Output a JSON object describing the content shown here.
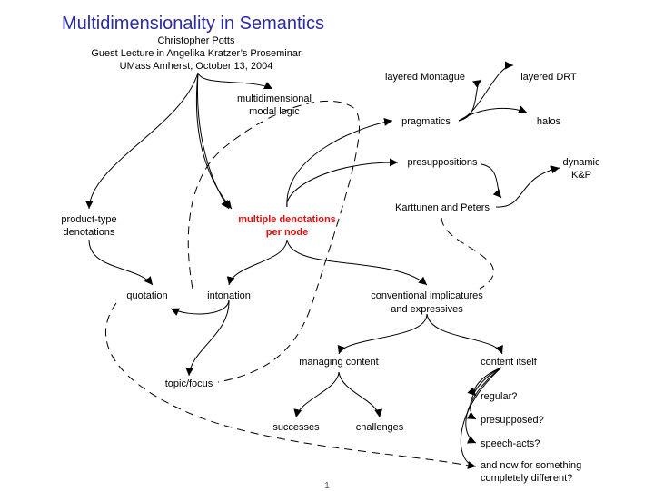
{
  "title": "Multidimensionality in Semantics",
  "author": "Christopher Potts",
  "venue": "Guest Lecture in Angelika Kratzer’s Proseminar",
  "place_date": "UMass Amherst, October 13, 2004",
  "nodes": {
    "layered_montague": "layered Montague",
    "layered_drt": "layered DRT",
    "multidimensional_modal_1": "multidimensional",
    "multidimensional_modal_2": "modal logic",
    "pragmatics": "pragmatics",
    "halos": "halos",
    "presuppositions": "presuppositions",
    "dynamic_kp_1": "dynamic",
    "dynamic_kp_2": "K&P",
    "karttunen_peters": "Karttunen and Peters",
    "product_type_1": "product-type",
    "product_type_2": "denotations",
    "multiple_denotations_1": "multiple denotations",
    "multiple_denotations_2": "per node",
    "quotation": "quotation",
    "intonation": "intonation",
    "ci_1": "conventional implicatures",
    "ci_2": "and expressives",
    "managing_content": "managing content",
    "content_itself": "content itself",
    "topic_focus": "topic/focus",
    "regular": "regular?",
    "presupposed": "presupposed?",
    "successes": "successes",
    "challenges": "challenges",
    "speech_acts": "speech-acts?",
    "and_now_1": "and now for something",
    "and_now_2": "completely different?"
  },
  "page_number": "1",
  "colors": {
    "title": "#2b2ba8",
    "highlight": "#e01010",
    "ink": "#000000"
  }
}
